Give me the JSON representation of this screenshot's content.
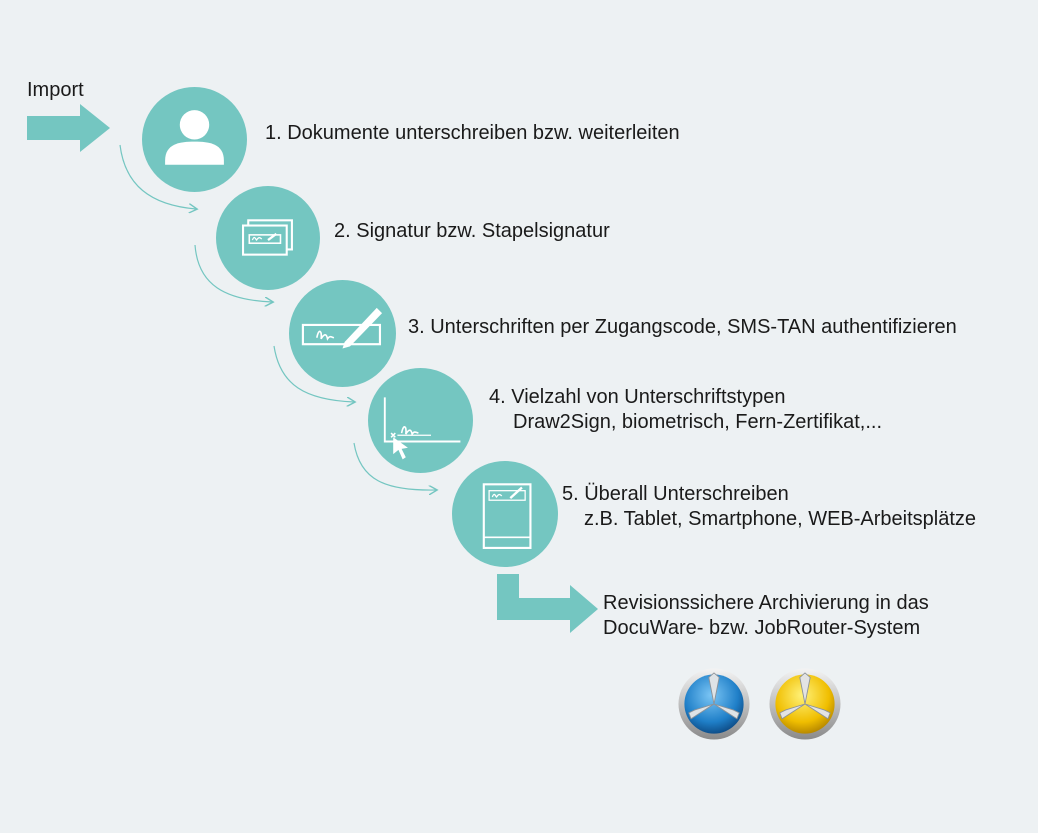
{
  "colors": {
    "background": "#edf1f3",
    "teal": "#74c6c1",
    "icon_white": "#ffffff",
    "text": "#1a1a1a",
    "docuware_blue": "#2a8fd6",
    "jobrouter_yellow": "#f2c300"
  },
  "import_label": "Import",
  "steps": [
    {
      "icon": "user-icon",
      "line1": "1. Dokumente unterschreiben bzw. weiterleiten",
      "line2": ""
    },
    {
      "icon": "stacked-signature-icon",
      "line1": "2. Signatur bzw. Stapelsignatur",
      "line2": ""
    },
    {
      "icon": "signature-pen-icon",
      "line1": "3. Unterschriften per Zugangscode, SMS-TAN authentifizieren",
      "line2": ""
    },
    {
      "icon": "draw-sign-cursor-icon",
      "line1": "4. Vielzahl von Unterschriftstypen",
      "line2": "Draw2Sign, biometrisch, Fern-Zertifikat,..."
    },
    {
      "icon": "tablet-signature-icon",
      "line1": "5. Überall Unterschreiben",
      "line2": "z.B. Tablet, Smartphone, WEB-Arbeitsplätze"
    }
  ],
  "archive": {
    "line1": "Revisionssichere Archivierung in das",
    "line2": "DocuWare- bzw. JobRouter-System"
  },
  "logos": [
    {
      "icon": "docuware-logo-icon"
    },
    {
      "icon": "jobrouter-logo-icon"
    }
  ]
}
